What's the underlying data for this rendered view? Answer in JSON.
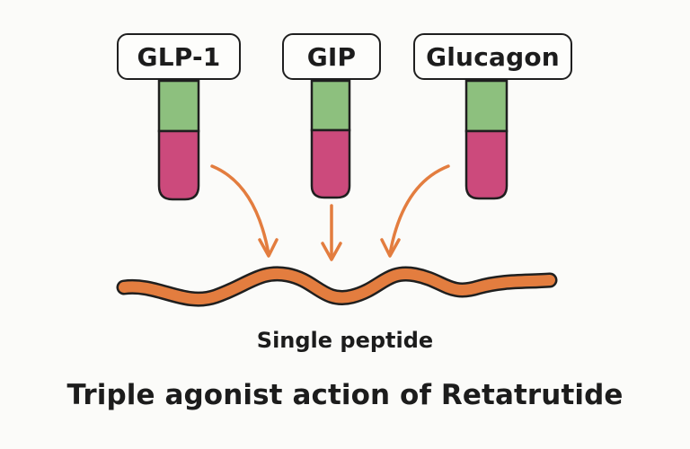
{
  "receptors": [
    {
      "label": "GLP-1"
    },
    {
      "label": "GIP"
    },
    {
      "label": "Glucagon"
    }
  ],
  "peptide_label": "Single peptide",
  "title": "Triple agonist action of Retatrutide",
  "colors": {
    "receptor_top": "#8dc07e",
    "receptor_bottom": "#cc4a7c",
    "arrow": "#e37d3f",
    "peptide": "#e37d3f",
    "outline": "#1f1f1f"
  }
}
